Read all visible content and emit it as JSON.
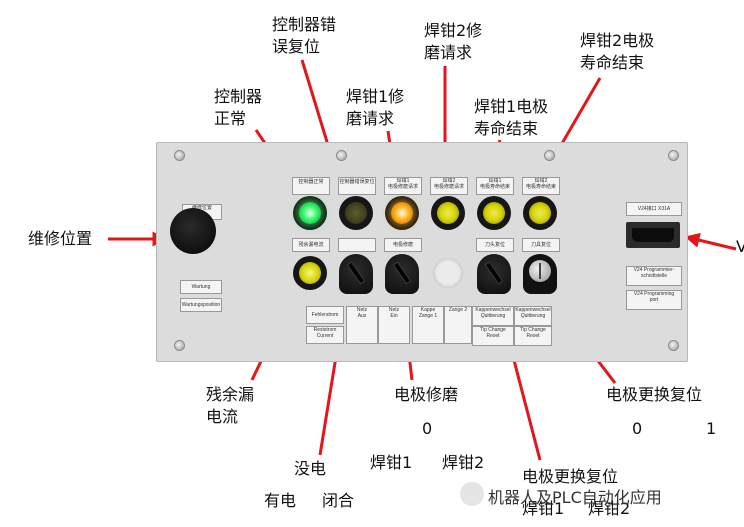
{
  "annotations": {
    "controller_ok": "控制器\n正常",
    "controller_reset": "控制器错\n误复位",
    "gun1_dress": "焊钳1修\n磨请求",
    "gun2_dress": "焊钳2修\n磨请求",
    "gun1_tip_life": "焊钳1电极\n寿命结束",
    "gun2_tip_life": "焊钳2电极\n寿命结束",
    "maintenance": "维修位置",
    "edge_v": "V",
    "residual_current": "残余漏\n电流",
    "tip_dress": "电极修磨",
    "tip_dress_zero": "0",
    "tip_dress_gun1": "焊钳1",
    "tip_dress_gun2": "焊钳2",
    "power_off": "没电",
    "power_on": "有电",
    "closed": "闭合",
    "tip_change_reset": "电极更换复位",
    "tip_change_gun1": "焊钳1",
    "tip_change_gun2": "焊钳2",
    "tip_change_reset_key": "电极更换复位",
    "key_zero": "0",
    "key_one": "1"
  },
  "panel": {
    "lamp_labels": [
      "控制器正常",
      "控制器错误复位",
      "焊钳1\n电极修磨请求",
      "焊钳2\n电极修磨请求",
      "焊钳1\n电极寿命结束",
      "焊钳2\n电极寿命结束"
    ],
    "row2_labels": [
      "残余漏电流",
      "",
      "电极修磨",
      "",
      "刀头复位",
      "刀具复位"
    ],
    "estop_label": "维修位置",
    "left_plates": [
      "Wartung",
      "Wartungsposition"
    ],
    "bottom_plates": [
      "Fehlerstrom",
      "Reststrom\nCurrent",
      "Netz\nAus",
      "Netz\nEin",
      "Kappe\nZange 1",
      "Zange 2",
      "Kappenwechsel\nQuittierung",
      "Tip Change\nReset",
      "Kappenwechsel\nQuittierung",
      "Tip Change\nReset"
    ],
    "connector_label": "V24接口 X31A",
    "right_plates": [
      "V24 Programmier-\nschnittstelle",
      "V24 Programming\nport"
    ]
  },
  "watermark": "机器人及PLC自动化应用",
  "colors": {
    "panel": "#dcdcdc",
    "arrow": "#e2161b",
    "lamp_green": "#3bff6e",
    "lamp_orange": "#ffb21c",
    "lamp_yellow": "#d6d400",
    "lamp_dark": "#3a3a1a"
  }
}
